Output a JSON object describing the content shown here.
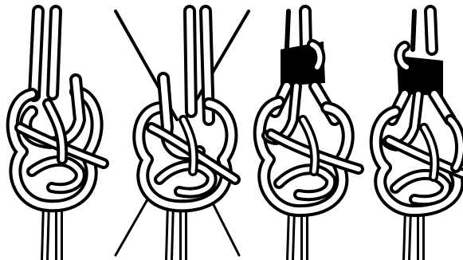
{
  "figure": {
    "panels": [
      {
        "name": "knot-stage-1"
      },
      {
        "name": "knot-stage-2"
      },
      {
        "name": "knot-stage-3"
      },
      {
        "name": "knot-stage-4"
      }
    ]
  },
  "colors": {
    "ink": "#000000",
    "paper": "#ffffff"
  }
}
